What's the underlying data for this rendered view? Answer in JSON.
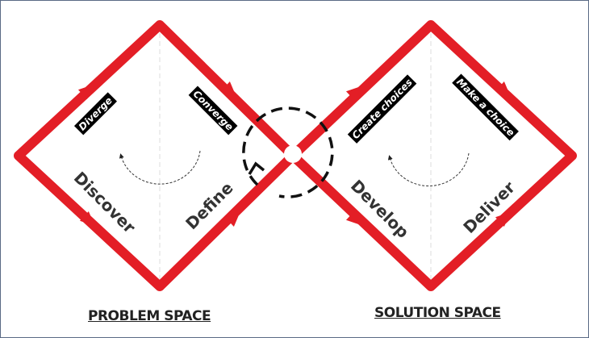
{
  "colors": {
    "diamond": "#e31e26",
    "label_bg": "#000000",
    "text": "#333333"
  },
  "problem_space": {
    "title": "PROBLEM SPACE",
    "tags": [
      "Diverge",
      "Converge"
    ],
    "phases": [
      "Discover",
      "Define"
    ]
  },
  "solution_space": {
    "title": "SOLUTION SPACE",
    "tags": [
      "Create choices",
      "Make a choice"
    ],
    "phases": [
      "Develop",
      "Deliver"
    ]
  }
}
